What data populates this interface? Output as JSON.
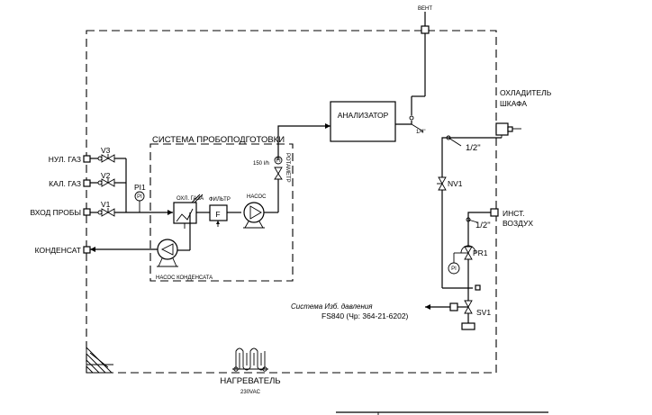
{
  "labels": {
    "vent": "ВЕНТ",
    "analyzer": "АНАЛИЗАТОР",
    "quarter_inch": "1/4\"",
    "cabinet_cooler": [
      "ОХЛАДИТЕЛЬ",
      "ШКАФА"
    ],
    "half_inch_top": "1/2\"",
    "half_inch_air": "1/2\"",
    "sampling_system": "СИСТЕМА ПРОБОПОДГОТОВКИ",
    "zero_gas": "НУЛ. ГАЗ",
    "cal_gas": "КАЛ. ГАЗ",
    "probe_inlet": "ВХОД ПРОБЫ",
    "condensate": "КОНДЕНСАТ",
    "v3": "V3",
    "v2": "V2",
    "v1": "V1",
    "pi1": "PI1",
    "pi_gauge": "PI",
    "gas_cooler": "ОХЛ. ГАЗА",
    "filter": "ФИЛЬТР",
    "filter_symbol": "F",
    "pump": "НАСОС",
    "flow": "150 l/h",
    "flow_gauge": "FI",
    "rotameter": "РОТАМЕТР",
    "condensate_pump": "НАСОС КОНДЕНСАТА",
    "nv1": "NV1",
    "instrument_air": [
      "ИНСТ.",
      "ВОЗДУХ"
    ],
    "pr1": "PR1",
    "pr_gauge": "PI",
    "sv1": "SV1",
    "purge_system": "Система Изб. давления",
    "purge_model": "FS840 (Чр: 364-21-6202)",
    "heater": "НАГРЕВАТЕЛЬ",
    "heater_voltage": "230VAC"
  }
}
